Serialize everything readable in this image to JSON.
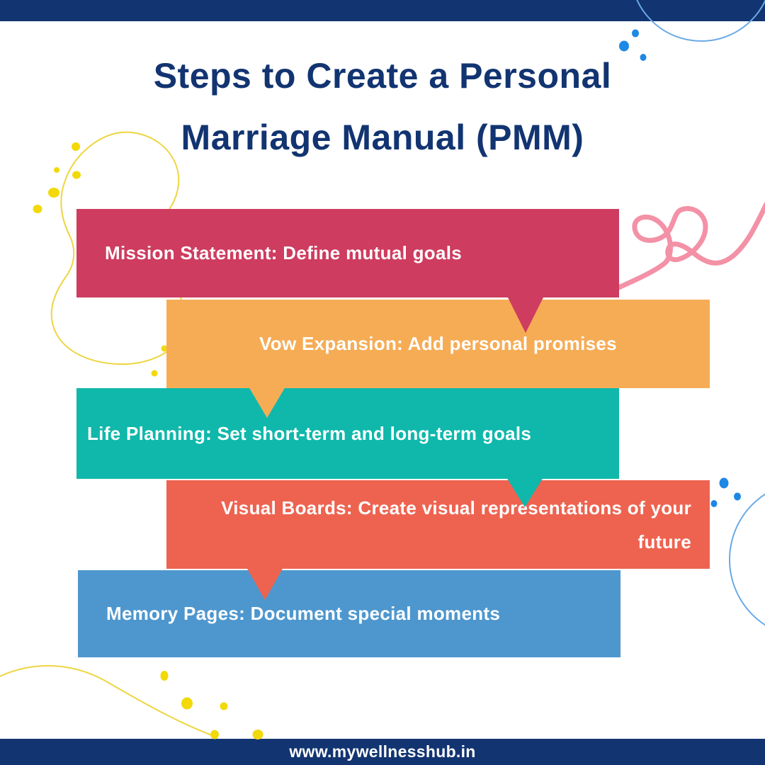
{
  "title": {
    "line1": "Steps to Create a Personal",
    "line2": "Marriage Manual (PMM)"
  },
  "steps": [
    {
      "id": "mission-statement",
      "label": "Mission Statement: Define mutual goals",
      "color": "#ce3c5f"
    },
    {
      "id": "vow-expansion",
      "label": "Vow Expansion: Add personal promises",
      "color": "#f6ac55"
    },
    {
      "id": "life-planning",
      "label": "Life Planning: Set short-term and long-term goals",
      "color": "#0fb8ab"
    },
    {
      "id": "visual-boards",
      "label": "Visual Boards: Create visual representations of your future",
      "color": "#ee6350"
    },
    {
      "id": "memory-pages",
      "label": "Memory Pages: Document special moments",
      "color": "#4e97ce"
    }
  ],
  "footer": {
    "url": "www.mywellnesshub.in"
  },
  "colors": {
    "navy": "#123471",
    "background": "#ffffff",
    "step_text": "#ffffff",
    "heart_pink": "#f391a6",
    "doodle_yellow": "#eed541",
    "dot_yellow": "#f2d90a",
    "dot_blue": "#1e88e5",
    "circle_blue": "#6aaae6"
  },
  "decorations": [
    "heart-scribble-icon",
    "yellow-blob-outline",
    "yellow-dots-top-left",
    "yellow-dots-bottom",
    "yellow-wave-curve",
    "blue-dots-top-right",
    "blue-dots-mid-right",
    "blue-circle-outline-top-right",
    "blue-circle-outline-bottom-right"
  ]
}
